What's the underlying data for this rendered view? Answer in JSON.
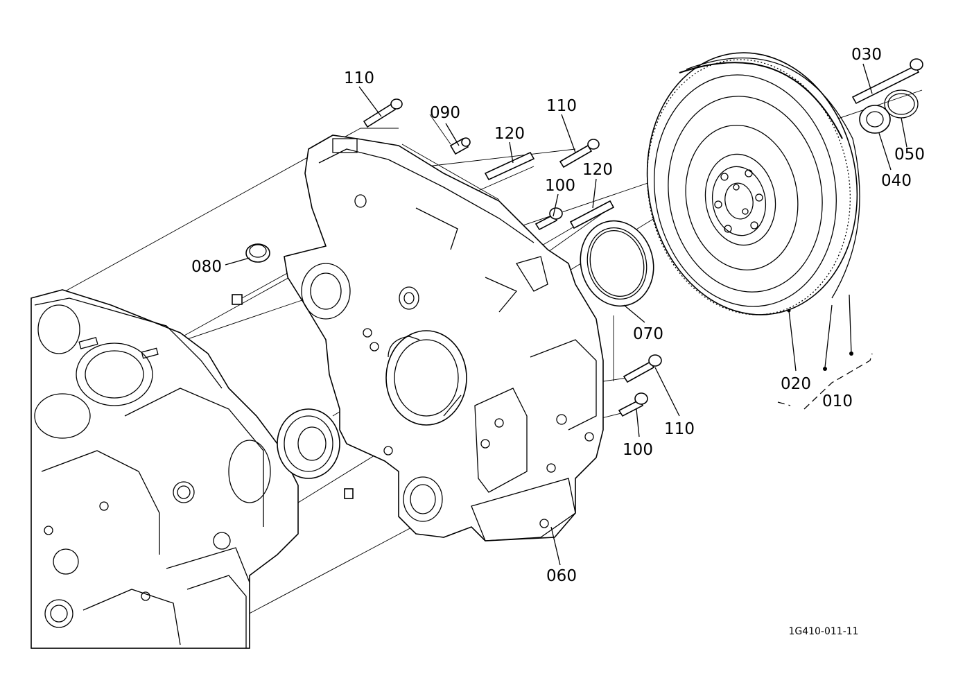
{
  "diagram": {
    "drawing_code": "1G410-011-11",
    "callouts": [
      {
        "id": "lbl-110-top",
        "text": "110"
      },
      {
        "id": "lbl-090",
        "text": "090"
      },
      {
        "id": "lbl-120-left",
        "text": "120"
      },
      {
        "id": "lbl-110-mid",
        "text": "110"
      },
      {
        "id": "lbl-100-top",
        "text": "100"
      },
      {
        "id": "lbl-120-right",
        "text": "120"
      },
      {
        "id": "lbl-080",
        "text": "080"
      },
      {
        "id": "lbl-070",
        "text": "070"
      },
      {
        "id": "lbl-030",
        "text": "030"
      },
      {
        "id": "lbl-050",
        "text": "050"
      },
      {
        "id": "lbl-040",
        "text": "040"
      },
      {
        "id": "lbl-020",
        "text": "020"
      },
      {
        "id": "lbl-010",
        "text": "010"
      },
      {
        "id": "lbl-110-bottom",
        "text": "110"
      },
      {
        "id": "lbl-100-bottom",
        "text": "100"
      },
      {
        "id": "lbl-060",
        "text": "060"
      }
    ]
  }
}
